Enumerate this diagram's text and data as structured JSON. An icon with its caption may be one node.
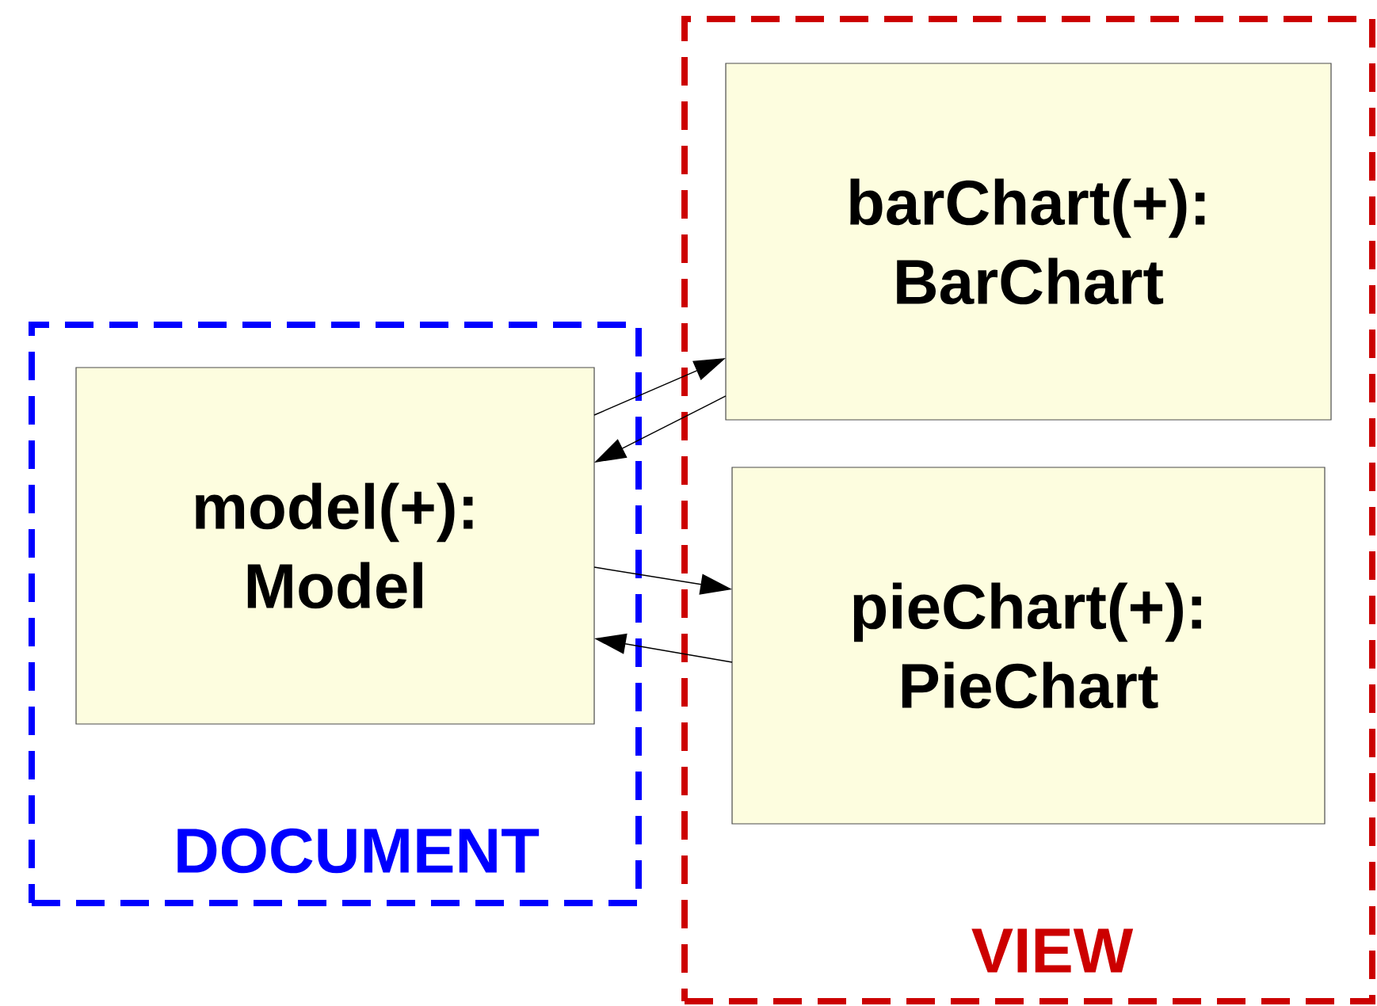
{
  "diagram": {
    "nodes": [
      {
        "text": [
          "DOCUMENT"
        ]
      },
      {
        "text": [
          "model(+): Model"
        ],
        "in": 0
      },
      {
        "text": [
          "VIEW"
        ]
      },
      {
        "text": [
          "barChart(+): BarChart"
        ],
        "in": 2
      },
      {
        "text": [
          "pieChart(+): PieChart"
        ],
        "in": 2
      }
    ],
    "edges": [
      {
        "from": 1,
        "to": 3,
        "arrow": "to"
      },
      {
        "from": 3,
        "to": 1,
        "arrow": "to"
      },
      {
        "from": 1,
        "to": 4,
        "arrow": "to"
      },
      {
        "from": 4,
        "to": 1,
        "arrow": "to"
      }
    ]
  }
}
